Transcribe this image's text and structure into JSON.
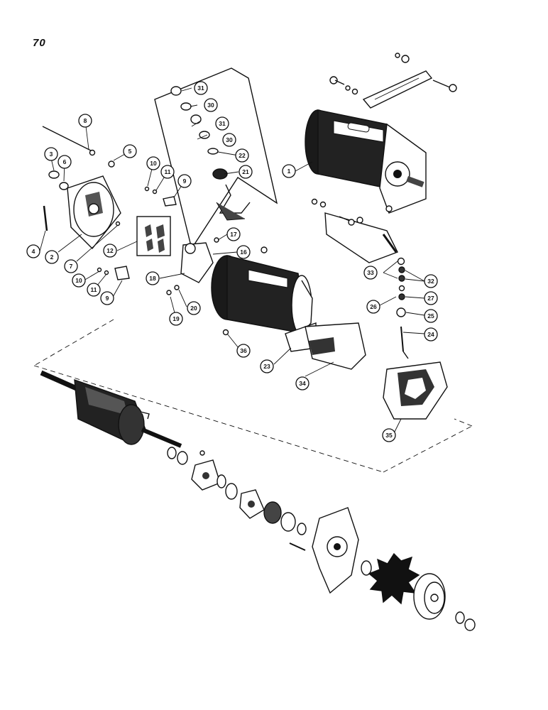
{
  "page": {
    "number": "70"
  },
  "callouts": [
    {
      "id": "c1",
      "label": "1"
    },
    {
      "id": "c2",
      "label": "2"
    },
    {
      "id": "c3",
      "label": "3"
    },
    {
      "id": "c4",
      "label": "4"
    },
    {
      "id": "c5",
      "label": "5"
    },
    {
      "id": "c6",
      "label": "6"
    },
    {
      "id": "c7",
      "label": "7"
    },
    {
      "id": "c8",
      "label": "8"
    },
    {
      "id": "c9a",
      "label": "9"
    },
    {
      "id": "c9b",
      "label": "9"
    },
    {
      "id": "c10a",
      "label": "10"
    },
    {
      "id": "c10b",
      "label": "10"
    },
    {
      "id": "c11a",
      "label": "11"
    },
    {
      "id": "c11b",
      "label": "11"
    },
    {
      "id": "c12",
      "label": "12"
    },
    {
      "id": "c16",
      "label": "16"
    },
    {
      "id": "c17",
      "label": "17"
    },
    {
      "id": "c18",
      "label": "18"
    },
    {
      "id": "c19",
      "label": "19"
    },
    {
      "id": "c20",
      "label": "20"
    },
    {
      "id": "c21",
      "label": "21"
    },
    {
      "id": "c22",
      "label": "22"
    },
    {
      "id": "c23",
      "label": "23"
    },
    {
      "id": "c24",
      "label": "24"
    },
    {
      "id": "c25",
      "label": "25"
    },
    {
      "id": "c26",
      "label": "26"
    },
    {
      "id": "c27",
      "label": "27"
    },
    {
      "id": "c30a",
      "label": "30"
    },
    {
      "id": "c30b",
      "label": "30"
    },
    {
      "id": "c31a",
      "label": "31"
    },
    {
      "id": "c31b",
      "label": "31"
    },
    {
      "id": "c32",
      "label": "32"
    },
    {
      "id": "c33",
      "label": "33"
    },
    {
      "id": "c34",
      "label": "34"
    },
    {
      "id": "c35",
      "label": "35"
    },
    {
      "id": "c36",
      "label": "36"
    }
  ]
}
